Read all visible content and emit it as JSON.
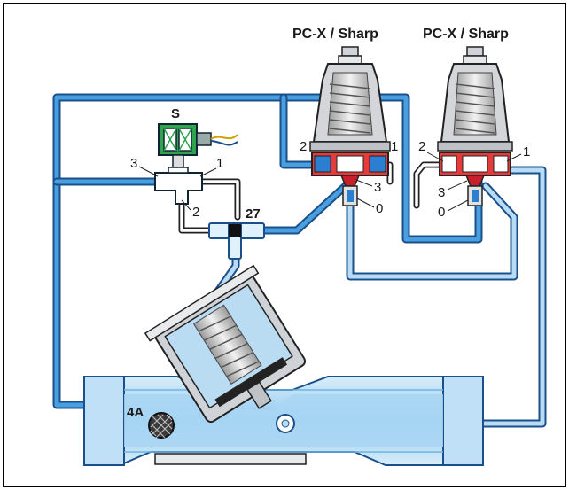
{
  "labels": {
    "pilot_left_title": "PC-X / Sharp",
    "pilot_right_title": "PC-X / Sharp",
    "solenoid": "S",
    "tee": "27",
    "filter": "4A",
    "solenoid_ports": {
      "p1": "1",
      "p2": "2",
      "p3": "3"
    },
    "pilot_left_ports": {
      "p0": "0",
      "p1": "1",
      "p2": "2",
      "p3": "3"
    },
    "pilot_right_ports": {
      "p0": "0",
      "p1": "1",
      "p2": "2",
      "p3": "3"
    }
  },
  "colors": {
    "tube_outer": "#1b4f8a",
    "tube_inner": "#4a9fe0",
    "tube_light": "#b8dcf5",
    "water": "#a9d6f3",
    "body_gray": "#c7c9cc",
    "pilot_red": "#e53b3b",
    "pilot_blue": "#2c7fd0",
    "coil_green": "#2fa44f"
  }
}
